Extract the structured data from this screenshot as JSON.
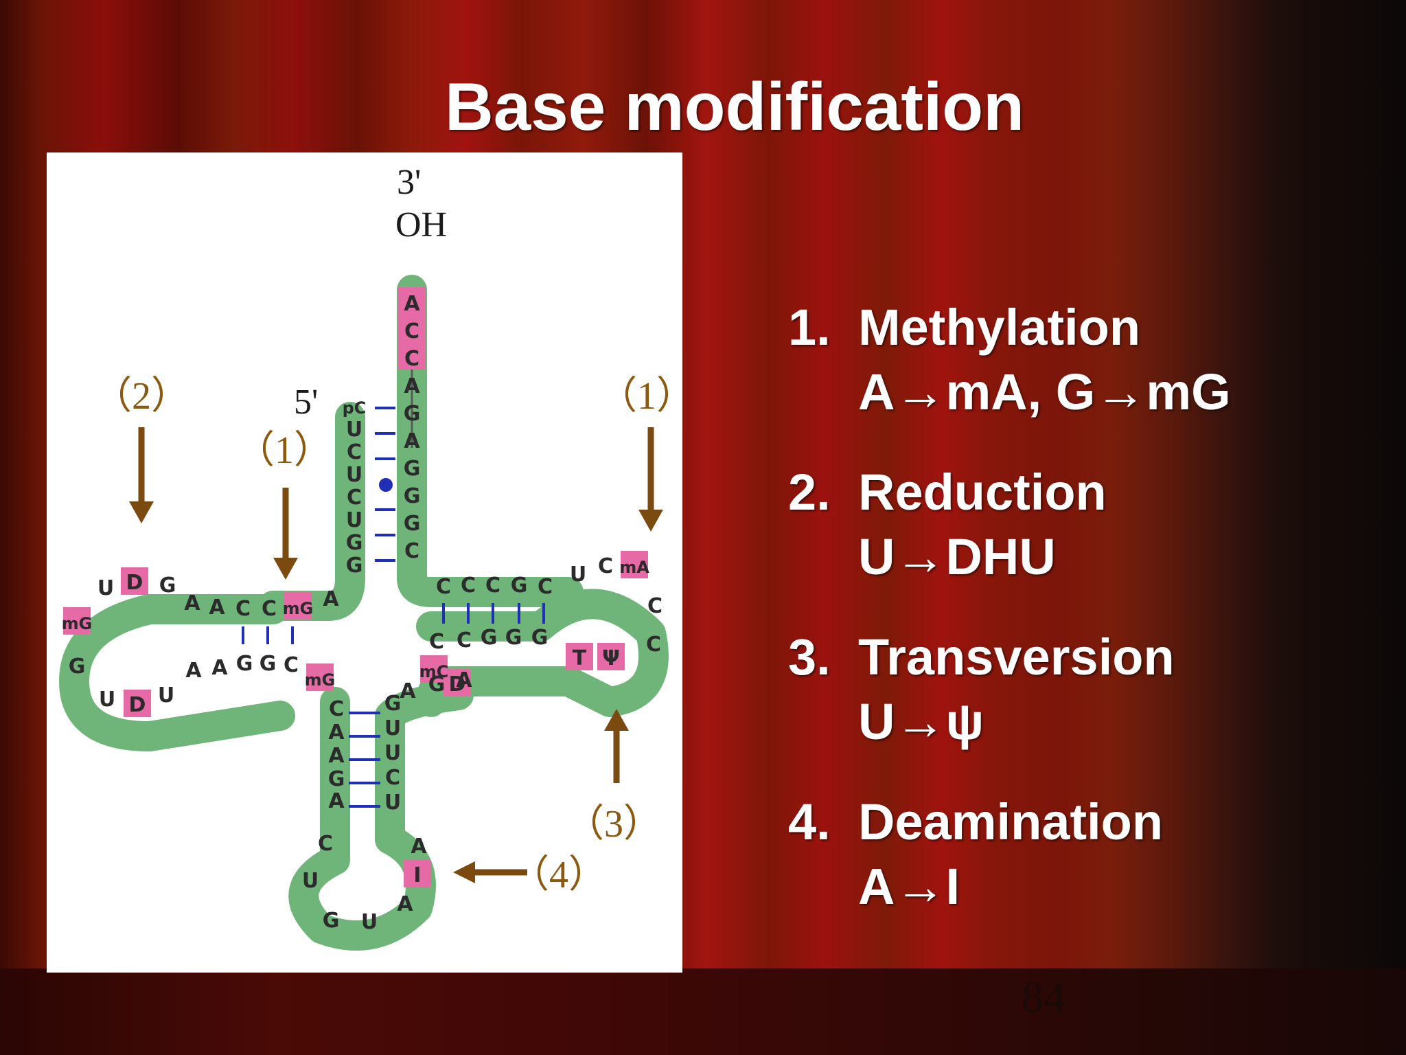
{
  "slide": {
    "title": "Base modification",
    "page_number": "84"
  },
  "diagram": {
    "end_labels": {
      "three_prime": "3'",
      "oh": "OH",
      "five_prime": "5'"
    },
    "pointers": [
      {
        "label": "（2）"
      },
      {
        "label": "（1）"
      },
      {
        "label": "（1）"
      },
      {
        "label": "（3）"
      },
      {
        "label": "（4）"
      }
    ],
    "colors": {
      "rna_body": "#6fb57a",
      "modified_base": "#e56aa6",
      "pointer": "#7a4a10",
      "pairing_line": "#1f2fb8"
    },
    "acceptor_stem_3": [
      "A",
      "C",
      "C",
      "A",
      "G",
      "A",
      "G",
      "G",
      "G",
      "C"
    ],
    "acceptor_stem_5": [
      "pC",
      "U",
      "C",
      "U",
      "C",
      "U",
      "G",
      "G"
    ],
    "d_arm": [
      "U",
      "D",
      "G",
      "A",
      "A",
      "C",
      "C",
      "mG",
      "A",
      "mG",
      "G",
      "U",
      "D",
      "U",
      "A",
      "A",
      "G",
      "G",
      "C",
      "mG"
    ],
    "anticodon_arm": [
      "C",
      "A",
      "A",
      "G",
      "A",
      "C",
      "U",
      "G",
      "U",
      "A",
      "I",
      "A",
      "U",
      "C",
      "U",
      "U",
      "G",
      "A",
      "G",
      "A"
    ],
    "t_arm": [
      "C",
      "C",
      "C",
      "G",
      "C",
      "U",
      "C",
      "mA",
      "C",
      "C",
      "Ψ",
      "T",
      "G",
      "G",
      "G",
      "C",
      "C",
      "mC",
      "D"
    ]
  },
  "modifications": [
    {
      "number": "1.",
      "name": "Methylation",
      "reaction": "A→mA, G→mG"
    },
    {
      "number": "2.",
      "name": "Reduction",
      "reaction": "U→DHU"
    },
    {
      "number": "3.",
      "name": "Transversion",
      "reaction": "U→ψ"
    },
    {
      "number": "4.",
      "name": "Deamination",
      "reaction": "A→I"
    }
  ]
}
